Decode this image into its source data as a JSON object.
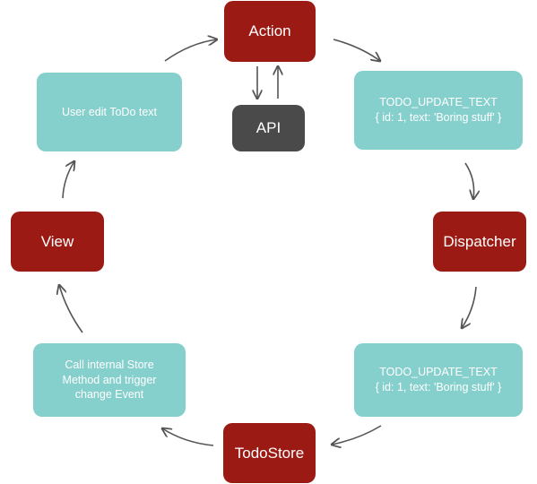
{
  "nodes": {
    "action": "Action",
    "api": "API",
    "user_edit": "User edit ToDo text",
    "update_top": "TODO_UPDATE_TEXT\n{ id: 1, text: 'Boring stuff' }",
    "dispatcher": "Dispatcher",
    "view": "View",
    "call_store": "Call internal Store\nMethod and trigger\nchange Event",
    "update_bottom": "TODO_UPDATE_TEXT\n{ id: 1, text: 'Boring stuff' }",
    "todostore": "TodoStore"
  },
  "colors": {
    "red": "#9b1b14",
    "teal": "#85cfcc",
    "gray": "#4a4a4a",
    "arrow": "#555555"
  }
}
